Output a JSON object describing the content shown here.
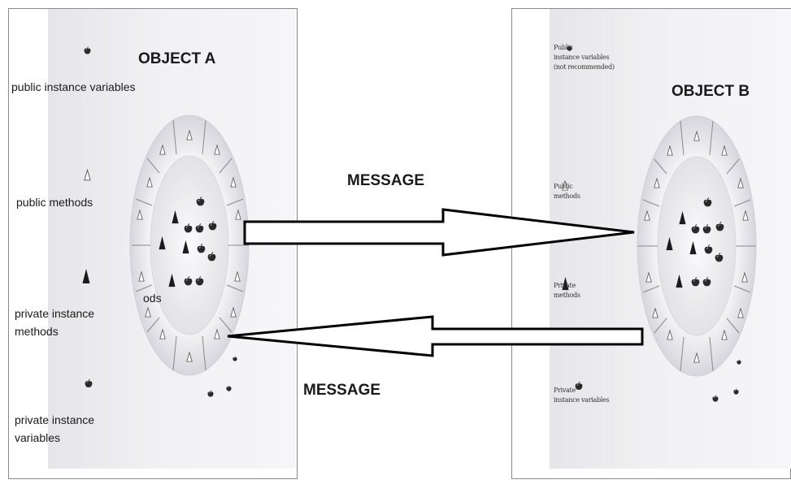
{
  "object_a": {
    "title": "OBJECT A",
    "labels": {
      "public_instance_variables": "public instance variables",
      "public_methods": "public methods",
      "private_instance_methods_1": "private instance",
      "private_instance_methods_2": "methods",
      "private_instance_variables_1": "private instance",
      "private_instance_variables_2": "variables",
      "partial_text": "ods"
    }
  },
  "object_b": {
    "title": "OBJECT B",
    "labels": {
      "public_vars_1": "Public",
      "public_vars_2": "instance variables",
      "public_vars_3": "(not recommended)",
      "public_methods_1": "Public",
      "public_methods_2": "methods",
      "private_methods_1": "Private",
      "private_methods_2": "methods",
      "private_vars_1": "Private",
      "private_vars_2": "instance variables"
    }
  },
  "messages": {
    "top": "MESSAGE",
    "bottom": "MESSAGE"
  },
  "colors": {
    "border": "#8c8c8c",
    "arrow": "#000000",
    "ring": "#e0e0e4"
  },
  "icons": [
    "open-triangle-icon",
    "filled-triangle-icon",
    "apple-icon"
  ]
}
